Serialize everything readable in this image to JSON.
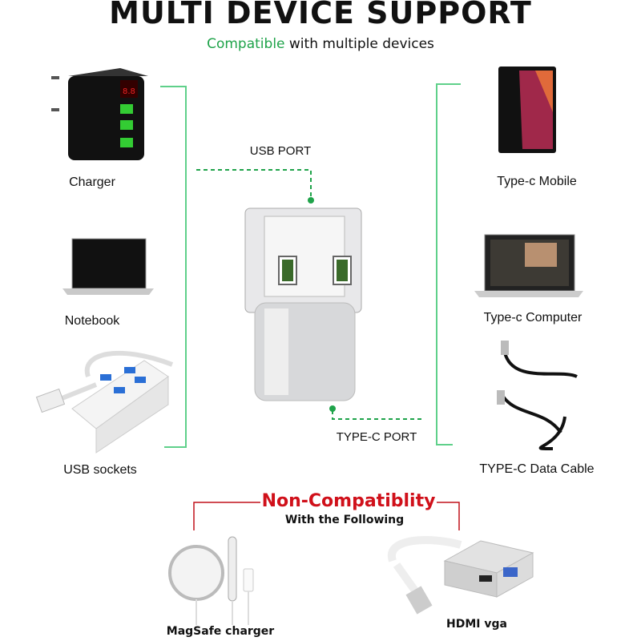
{
  "header": {
    "title": "MULTI DEVICE SUPPORT",
    "subtitle_highlight": "Compatible",
    "subtitle_rest": " with multiple devices"
  },
  "adapter": {
    "usb_port_label": "USB PORT",
    "typec_port_label": "TYPE-C PORT"
  },
  "compatible_left": [
    {
      "label": "Charger"
    },
    {
      "label": "Notebook"
    },
    {
      "label": "USB sockets"
    }
  ],
  "compatible_right": [
    {
      "label": "Type-c Mobile"
    },
    {
      "label": "Type-c Computer"
    },
    {
      "label": "TYPE-C Data Cable"
    }
  ],
  "non_compatible": {
    "title": "Non-Compatiblity",
    "subtitle": "With the Following",
    "items": [
      {
        "label": "MagSafe charger"
      },
      {
        "label": "HDMI vga"
      }
    ]
  },
  "colors": {
    "green": "#1fa34a",
    "line_green": "#5fd08a",
    "red": "#d0101a"
  }
}
